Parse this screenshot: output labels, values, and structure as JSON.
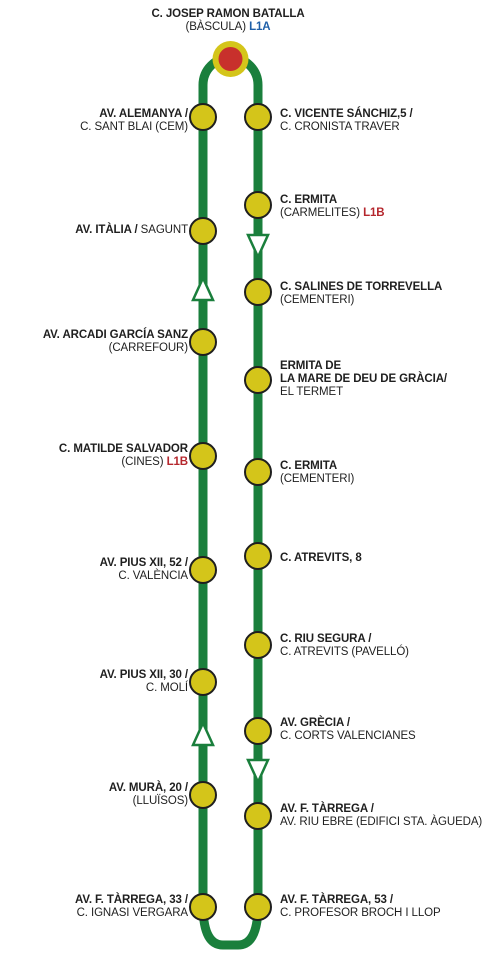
{
  "colors": {
    "route_green": "#1a7f3c",
    "stop_fill": "#d4c51a",
    "stop_stroke": "#1f1f1f",
    "terminal_fill": "#c8302c",
    "terminal_ring": "#d4c51a",
    "line_l1a": "#1f5fa8",
    "line_l1b": "#b5272d"
  },
  "terminal": {
    "name": "C. JOSEP RAMON BATALLA",
    "sub": "(BÀSCULA)",
    "line": "L1A"
  },
  "left_stops": [
    {
      "bold": "AV. ALEMANYA /",
      "sub": "C. SANT BLAI (CEM)"
    },
    {
      "bold": "AV. ITÀLIA /",
      "inline": "SAGUNT"
    },
    {
      "bold": "AV. ARCADI GARCÍA SANZ",
      "sub": "(CARREFOUR)"
    },
    {
      "bold": "C. MATILDE SALVADOR",
      "sub": "(CINES)",
      "line": "L1B"
    },
    {
      "bold": "AV. PIUS XII, 52 /",
      "sub": "C. VALÈNCIA"
    },
    {
      "bold": "AV. PIUS XII, 30 /",
      "sub": "C. MOLÍ"
    },
    {
      "bold": "AV. MURÀ, 20 /",
      "sub": "(LLUÏSOS)"
    },
    {
      "bold": "AV. F. TÀRREGA, 33 /",
      "sub": "C. IGNASI VERGARA"
    }
  ],
  "right_stops": [
    {
      "bold": "C. VICENTE SÁNCHIZ,5 /",
      "sub": "C. CRONISTA TRAVER"
    },
    {
      "bold": "C. ERMITA",
      "sub": "(CARMELITES)",
      "line": "L1B"
    },
    {
      "bold": "C. SALINES DE TORREVELLA",
      "sub": "(CEMENTERI)"
    },
    {
      "bold": "ERMITA DE",
      "bold2": "LA MARE DE DEU DE GRÀCIA/",
      "sub": "EL TERMET"
    },
    {
      "bold": "C. ERMITA",
      "sub": "(CEMENTERI)"
    },
    {
      "bold": "C. ATREVITS, 8"
    },
    {
      "bold": "C. RIU SEGURA /",
      "sub": "C. ATREVITS (PAVELLÓ)"
    },
    {
      "bold": "AV. GRÈCIA /",
      "sub": "C. CORTS VALENCIANES"
    },
    {
      "bold": "AV. F. TÀRREGA /",
      "sub": "AV. RIU EBRE (EDIFICI STA. ÀGUEDA)"
    },
    {
      "bold": "AV. F. TÀRREGA, 53 /",
      "sub": "C. PROFESOR BROCH I LLOP"
    }
  ]
}
